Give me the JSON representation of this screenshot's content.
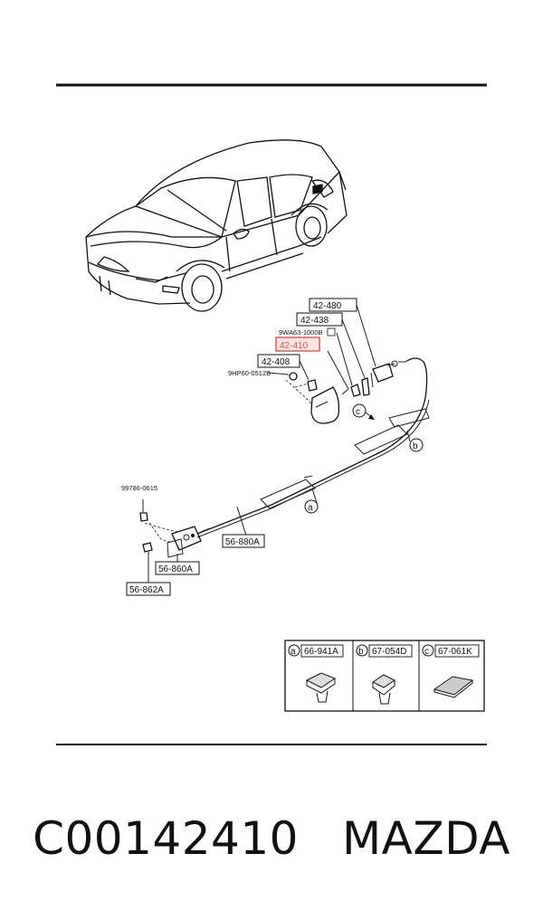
{
  "parts": {
    "p1": "42-480",
    "p2": "42-438",
    "p3": "9WA63-1000B",
    "p4": "42-410",
    "p5": "42-408",
    "p6": "9HP60-0512B",
    "p7": "99786-0615",
    "p8": "56-880A",
    "p9": "56-860A",
    "p10": "56-862A"
  },
  "callouts": {
    "a": "a",
    "b": "b",
    "c": "c"
  },
  "legend": {
    "a_letter": "a",
    "a_part": "66-941A",
    "b_letter": "b",
    "b_part": "67-054D",
    "c_letter": "c",
    "c_part": "67-061K"
  },
  "footer": {
    "part_number": "C00142410",
    "brand": "MAZDA"
  },
  "colors": {
    "highlight": "#d0574f",
    "ink": "#111111"
  }
}
